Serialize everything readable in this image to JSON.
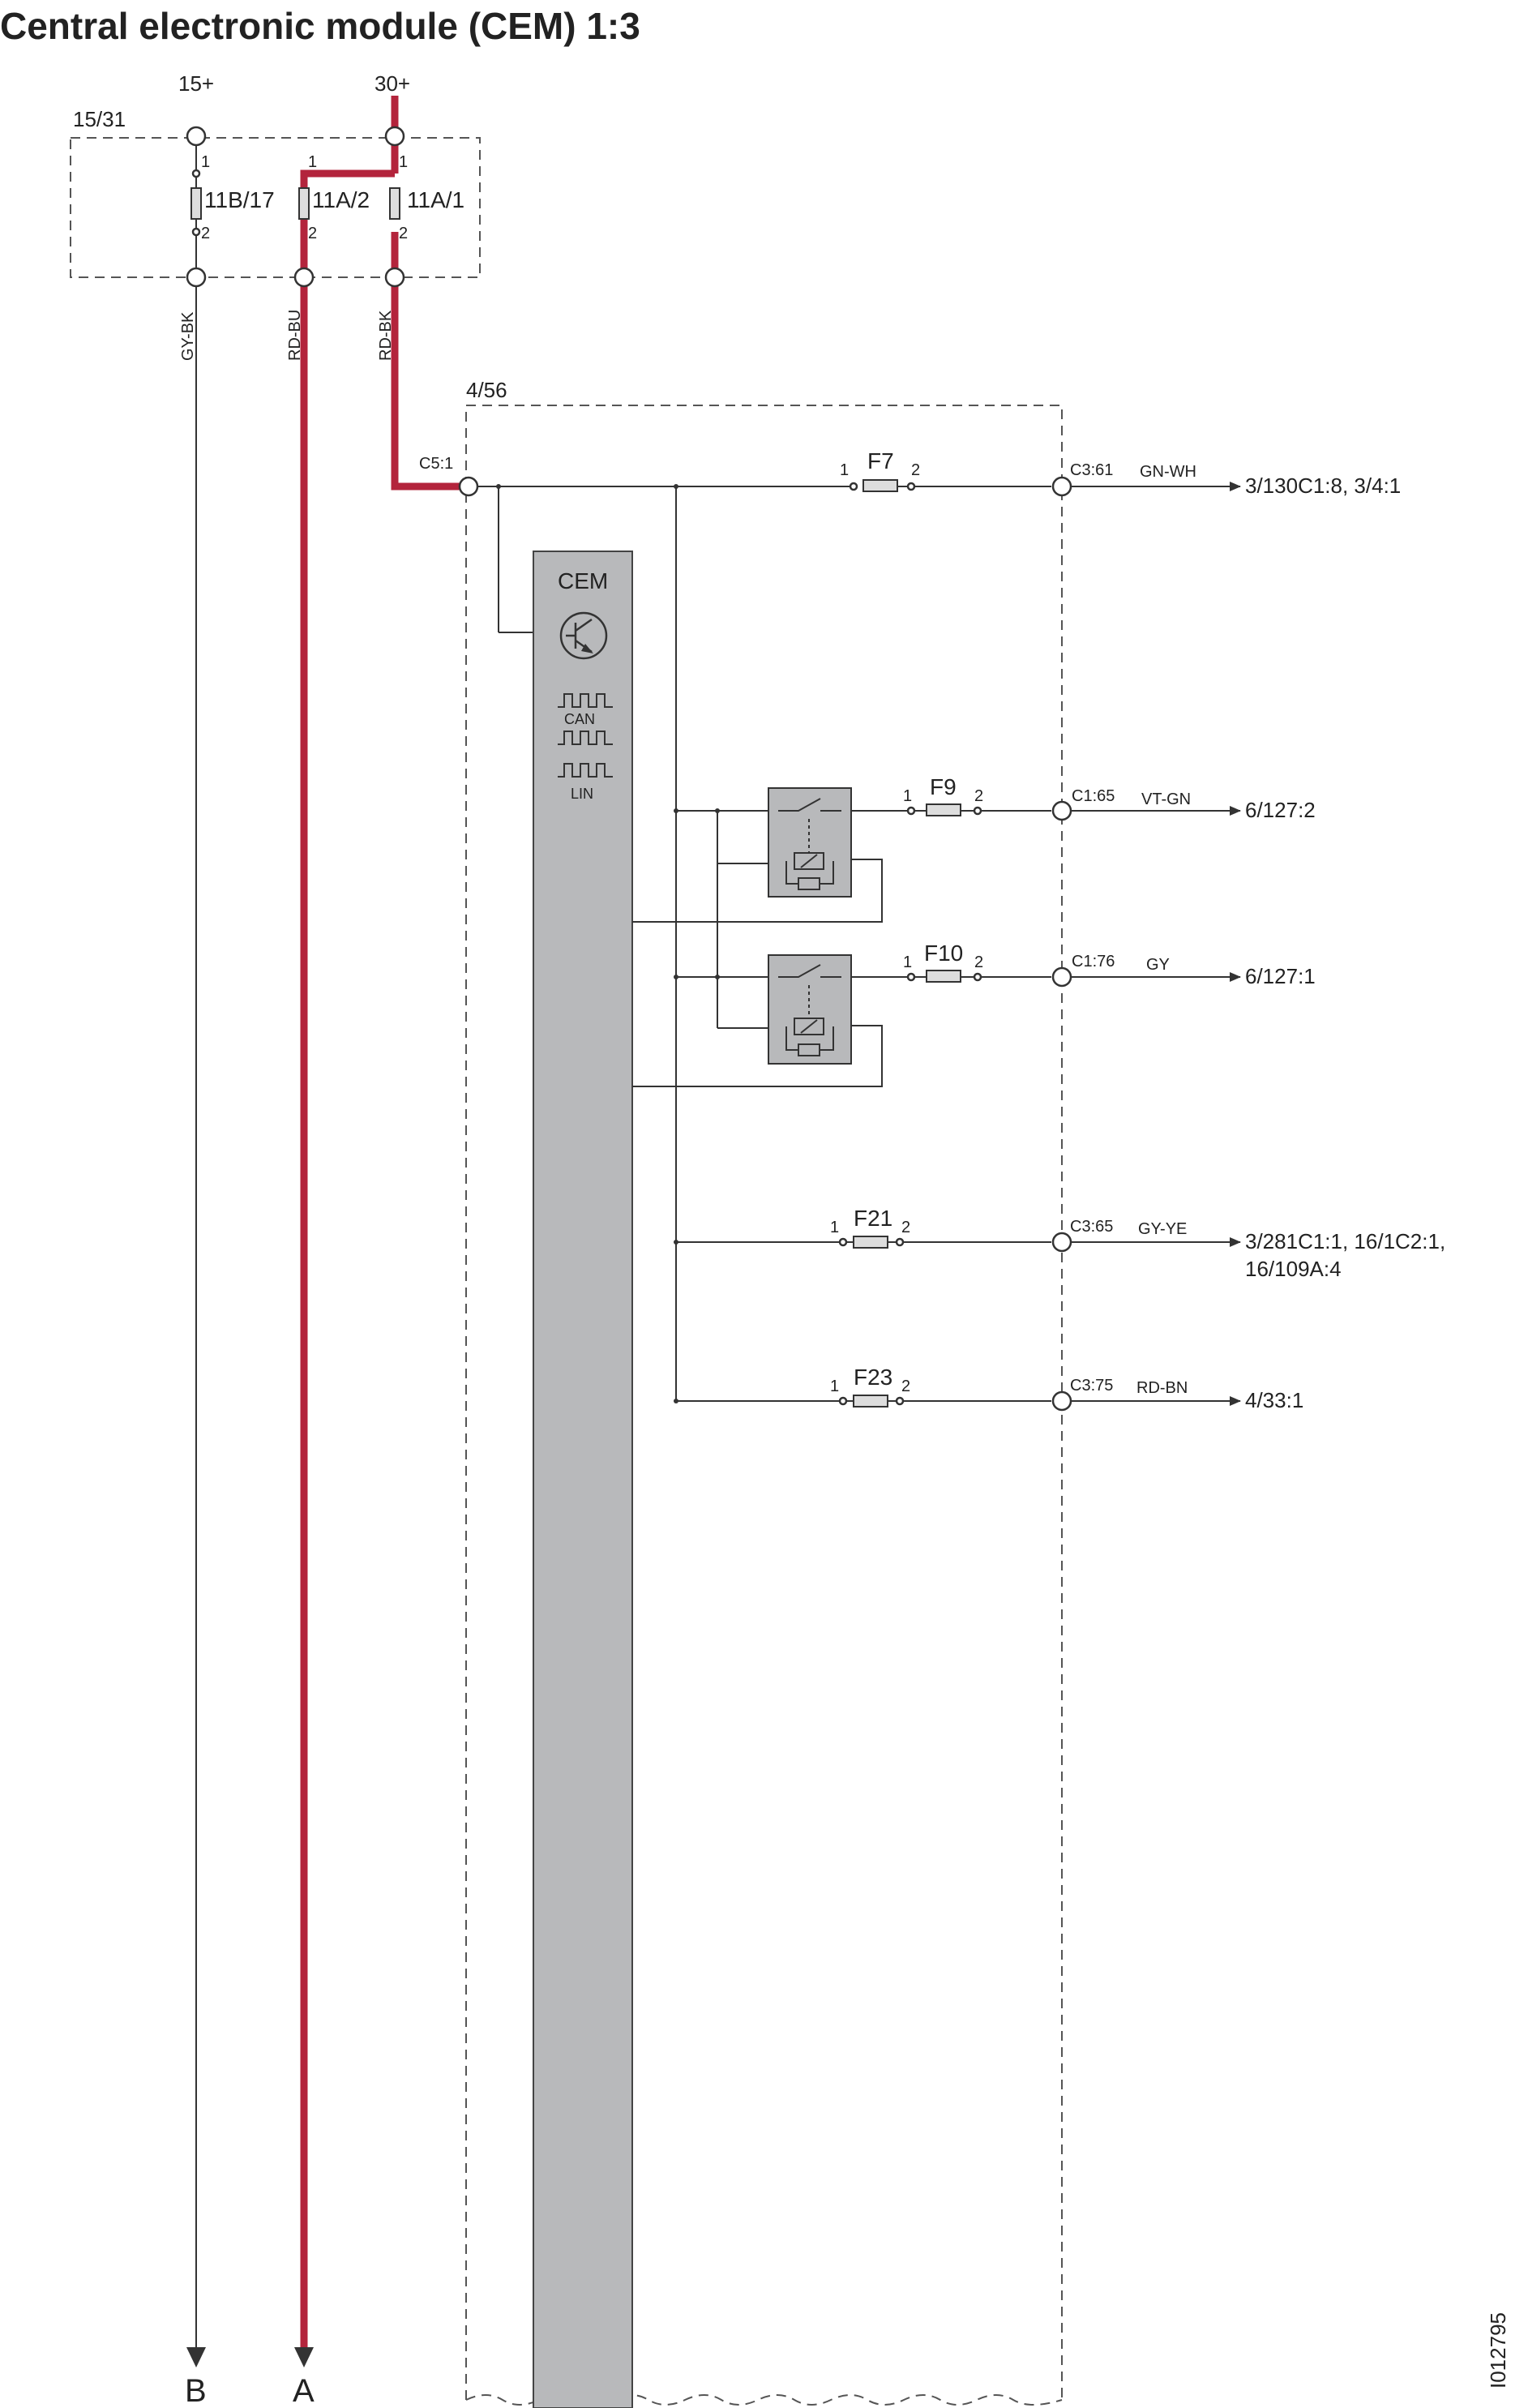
{
  "title": "Central electronic module (CEM) 1:3",
  "doc_id": "I012795",
  "supply": {
    "ign": "15+",
    "bat": "30+"
  },
  "fuse_box": {
    "name": "15/31",
    "fuses": [
      {
        "id": "11B/17",
        "pin1": "1",
        "pin2": "2"
      },
      {
        "id": "11A/2",
        "pin1": "1",
        "pin2": "2"
      },
      {
        "id": "11A/1",
        "pin1": "1",
        "pin2": "2"
      }
    ]
  },
  "wires_down": {
    "gy_bk": "GY-BK",
    "rd_bu": "RD-BU",
    "rd_bk": "RD-BK"
  },
  "bus_outputs": {
    "b": "B",
    "a": "A"
  },
  "cem": {
    "box_name": "4/56",
    "label": "CEM",
    "input": "C5:1",
    "bus_can": "CAN",
    "bus_lin": "LIN"
  },
  "outputs": [
    {
      "fuse": "F7",
      "pin1": "1",
      "pin2": "2",
      "connector": "C3:61",
      "wire": "GN-WH",
      "dest": [
        "3/130C1:8, 3/4:1"
      ]
    },
    {
      "fuse": "F9",
      "pin1": "1",
      "pin2": "2",
      "connector": "C1:65",
      "wire": "VT-GN",
      "dest": [
        "6/127:2"
      ]
    },
    {
      "fuse": "F10",
      "pin1": "1",
      "pin2": "2",
      "connector": "C1:76",
      "wire": "GY",
      "dest": [
        "6/127:1"
      ]
    },
    {
      "fuse": "F21",
      "pin1": "1",
      "pin2": "2",
      "connector": "C3:65",
      "wire": "GY-YE",
      "dest": [
        "3/281C1:1, 16/1C2:1,",
        "16/109A:4"
      ]
    },
    {
      "fuse": "F23",
      "pin1": "1",
      "pin2": "2",
      "connector": "C3:75",
      "wire": "RD-BN",
      "dest": [
        "4/33:1"
      ]
    }
  ]
}
